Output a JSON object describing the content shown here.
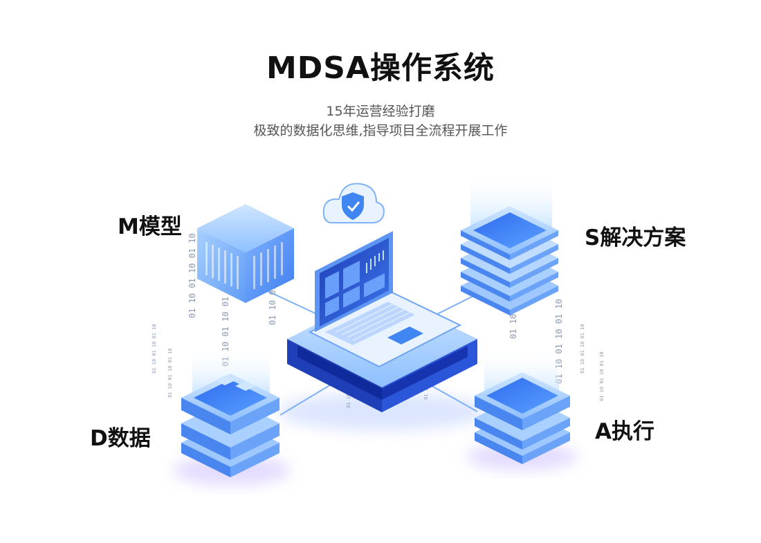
{
  "header": {
    "title": "MDSA操作系统",
    "subtitle_line1": "15年运营经验打磨",
    "subtitle_line2": "极致的数据化思维,指导项目全流程开展工作"
  },
  "modules": {
    "m_label": "M模型",
    "s_label": "S解决方案",
    "d_label": "D数据",
    "a_label": "A执行"
  },
  "binary_text": "01 10 01 10 01 10",
  "colors": {
    "accent": "#2f6bf0",
    "accent_light": "#8ec0ff",
    "accent_dark": "#0f2a9a",
    "text": "#111111",
    "subtext": "#555555"
  }
}
